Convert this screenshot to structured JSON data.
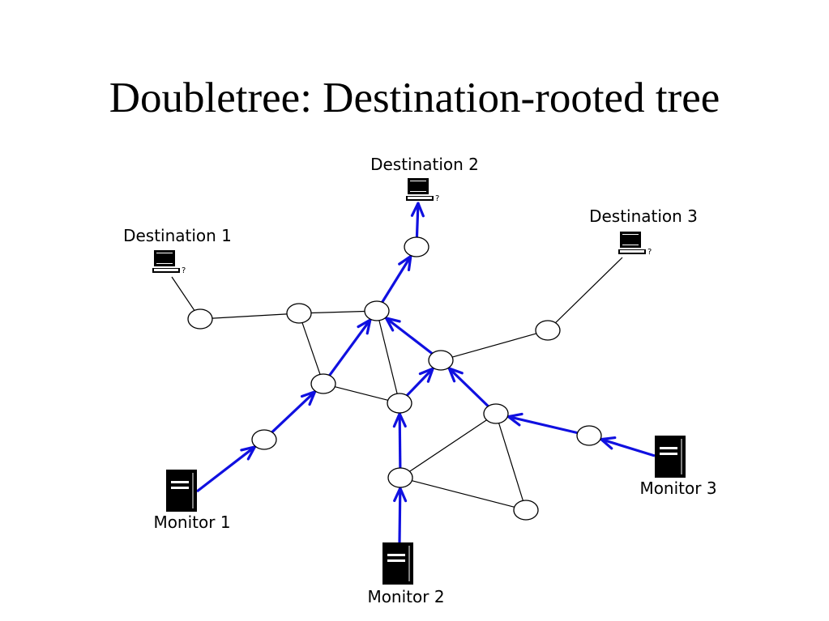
{
  "title": "Doubletree: Destination-rooted tree",
  "colors": {
    "background": "#ffffff",
    "text": "#000000",
    "plain_link": "#000000",
    "probe_path": "#1010e0",
    "router_fill": "#ffffff"
  },
  "destinations": [
    {
      "id": "d1",
      "label": "Destination 1",
      "icon": "computer-icon"
    },
    {
      "id": "d2",
      "label": "Destination 2",
      "icon": "computer-icon"
    },
    {
      "id": "d3",
      "label": "Destination 3",
      "icon": "computer-icon"
    }
  ],
  "monitors": [
    {
      "id": "m1",
      "label": "Monitor 1",
      "icon": "server-icon"
    },
    {
      "id": "m2",
      "label": "Monitor 2",
      "icon": "server-icon"
    },
    {
      "id": "m3",
      "label": "Monitor 3",
      "icon": "server-icon"
    }
  ],
  "routers": [
    "r1",
    "r2",
    "r3",
    "r4",
    "r5",
    "r6",
    "r7",
    "r8",
    "r9",
    "r10",
    "r11",
    "r12",
    "r13"
  ],
  "plain_links": [
    [
      "d1",
      "r1"
    ],
    [
      "r1",
      "r2"
    ],
    [
      "r2",
      "r3"
    ],
    [
      "r2",
      "r4"
    ],
    [
      "r4",
      "r5"
    ],
    [
      "r3",
      "r5"
    ],
    [
      "r6",
      "r7"
    ],
    [
      "r7",
      "d3"
    ],
    [
      "r9",
      "r10"
    ],
    [
      "r10",
      "r11"
    ],
    [
      "r11",
      "r9"
    ]
  ],
  "probe_links": [
    [
      "m1",
      "r8"
    ],
    [
      "r8",
      "r4"
    ],
    [
      "r4",
      "r3"
    ],
    [
      "r3",
      "r12"
    ],
    [
      "r12",
      "d2"
    ],
    [
      "m2",
      "r10"
    ],
    [
      "r10",
      "r5"
    ],
    [
      "r5",
      "r6"
    ],
    [
      "r6",
      "r3"
    ],
    [
      "m3",
      "r13"
    ],
    [
      "r13",
      "r9"
    ],
    [
      "r9",
      "r6"
    ]
  ]
}
